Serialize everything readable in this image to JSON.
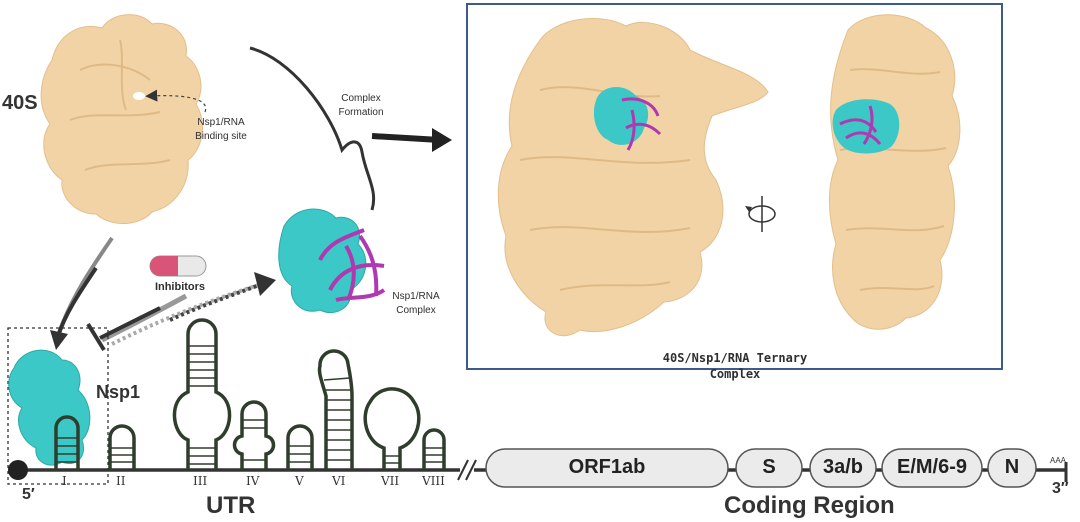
{
  "labels": {
    "ribosome": "40S",
    "binding_site": "Nsp1/RNA\nBinding site",
    "complex_formation": "Complex\nFormation",
    "inhibitors": "Inhibitors",
    "nsp1_rna_complex": "Nsp1/RNA\nComplex",
    "ternary_complex": "40S/Nsp1/RNA Ternary\nComplex",
    "nsp1": "Nsp1",
    "five_prime": "5′",
    "three_prime": "3′′",
    "utr": "UTR",
    "coding_region": "Coding Region",
    "poly_a": "AAA"
  },
  "stem_loops": [
    "I",
    "II",
    "III",
    "IV",
    "V",
    "VI",
    "VII",
    "VIII"
  ],
  "genes": [
    "ORF1ab",
    "S",
    "3a/b",
    "E/M/6-9",
    "N"
  ],
  "colors": {
    "ribosome": "#f1d3a5",
    "nsp1": "#3cc8c6",
    "rna": "#b038b0",
    "line": "#333333",
    "box_border": "#3d5a8a",
    "gene_fill": "#ebebeb",
    "pill_pink": "#d85577"
  },
  "icons": [
    "rotation-icon",
    "inhibitor-pill-icon"
  ]
}
